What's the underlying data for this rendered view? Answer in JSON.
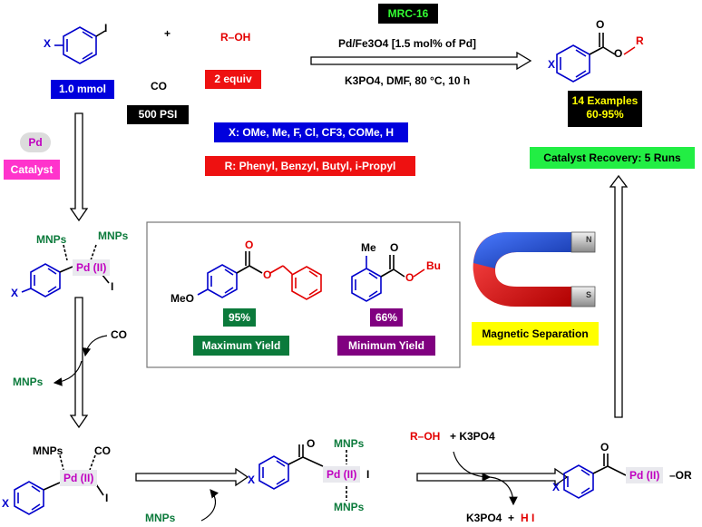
{
  "colors": {
    "blue": "#0000cc",
    "red": "#e30000",
    "green_text": "#0b7a3b",
    "magenta": "#c000c0",
    "black_box": "#000000",
    "purple_box": "#800080",
    "green_box": "#00a050",
    "yellow_box": "#ffff00",
    "catalyst_box": "#ff33cc",
    "recovery_box": "#22ee44",
    "mrc_box": "#00aa00"
  },
  "reaction": {
    "mrc_label": "MRC-16",
    "catalyst_condition": "Pd/Fe3O4 [1.5 mol% of Pd]",
    "conditions": "K3PO4, DMF, 80 °C, 10 h",
    "plus": "+",
    "iodide_sub": "I",
    "x_label": "X",
    "aryl_iodide_amount": "1.0 mmol",
    "co_label": "CO",
    "co_pressure": "500 PSI",
    "alcohol_label": "R–OH",
    "alcohol_amount": "2 equiv",
    "x_scope": "X: OMe, Me, F, Cl, CF3, COMe, H",
    "r_scope": "R: Phenyl, Benzyl, Butyl, i-Propyl",
    "product_o": "O",
    "product_r": "R",
    "examples_line1": "14 Examples",
    "examples_line2": "60-95%",
    "recovery": "Catalyst Recovery: 5 Runs",
    "pd_bubble": "Pd",
    "catalyst_label": "Catalyst"
  },
  "highlight_box": {
    "max_yield": "95%",
    "max_label": "Maximum Yield",
    "min_yield": "66%",
    "min_label": "Minimum Yield",
    "meo": "MeO",
    "me": "Me",
    "bu": "Bu",
    "o": "O"
  },
  "magnet": {
    "label": "Magnetic Separation",
    "n_pole": "N",
    "s_pole": "S"
  },
  "cycle": {
    "mnps": "MNPs",
    "pd_ii": "Pd (II)",
    "i": "I",
    "co": "CO",
    "o": "O",
    "x": "X",
    "or": "–OR",
    "roh": "R–OH",
    "k3po4_plus": "+   K3PO4",
    "k3po4_out": "K3PO4",
    "hi_plus": "+ ",
    "hi": "H I"
  }
}
